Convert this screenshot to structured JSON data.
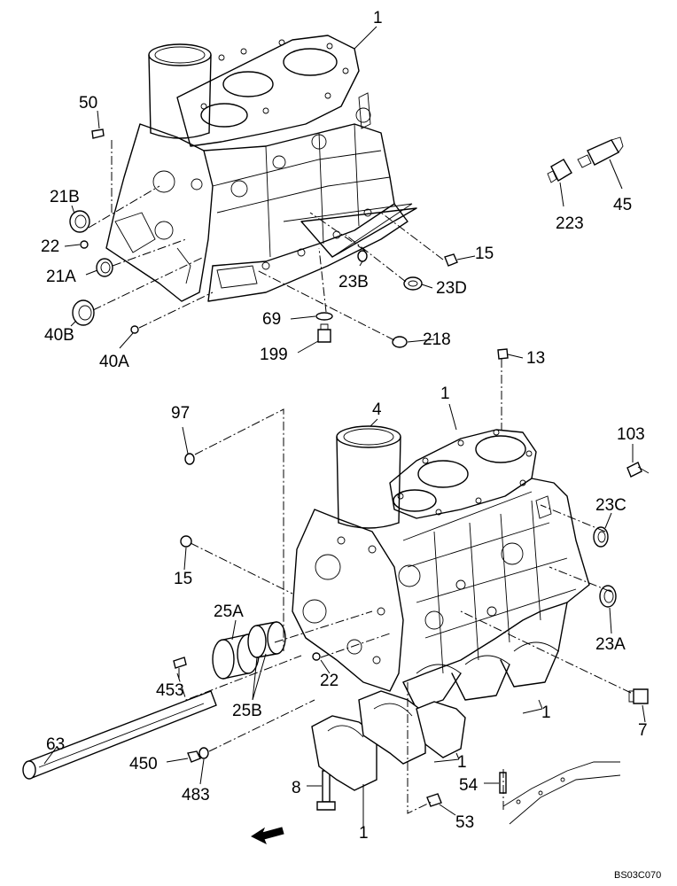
{
  "diagram": {
    "reference_code": "BS03C070",
    "callouts": {
      "c1_top": "1",
      "c50": "50",
      "c21b": "21B",
      "c22_top": "22",
      "c21a": "21A",
      "c40b": "40B",
      "c40a": "40A",
      "c69": "69",
      "c199": "199",
      "c218": "218",
      "c23b": "23B",
      "c23d": "23D",
      "c15_top": "15",
      "c223": "223",
      "c45": "45",
      "c13": "13",
      "c97": "97",
      "c4": "4",
      "c1_mid": "1",
      "c103": "103",
      "c23c": "23C",
      "c15_mid": "15",
      "c25a": "25A",
      "c23a": "23A",
      "c22_mid": "22",
      "c453": "453",
      "c25b": "25B",
      "c1_cap_a": "1",
      "c7": "7",
      "c63": "63",
      "c450": "450",
      "c1_cap_b": "1",
      "c483": "483",
      "c8": "8",
      "c54": "54",
      "c53": "53",
      "c1_cap_c": "1"
    }
  }
}
